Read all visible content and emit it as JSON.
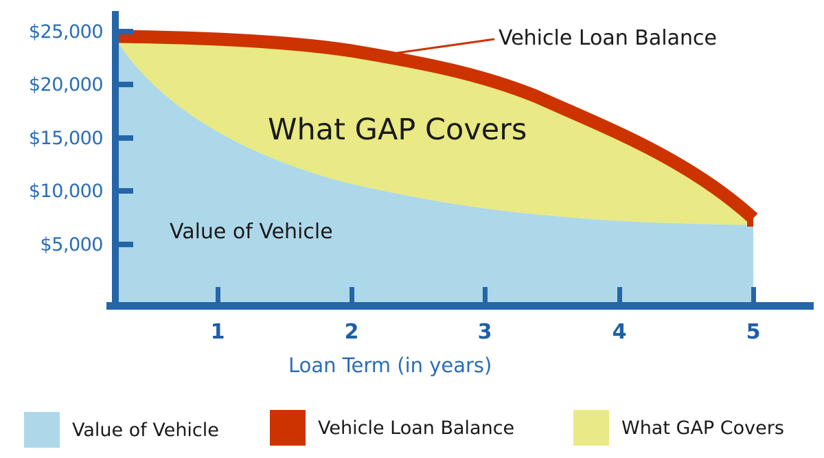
{
  "chart_data": {
    "type": "area",
    "title": "",
    "xlabel": "Loan Term (in years)",
    "ylabel": "",
    "x": [
      0,
      1,
      2,
      3,
      4,
      5
    ],
    "xticks": [
      "1",
      "2",
      "3",
      "4",
      "5"
    ],
    "yticks": [
      "$25,000",
      "$20,000",
      "$15,000",
      "$10,000",
      "$5,000"
    ],
    "ylim": [
      0,
      25000
    ],
    "grid": false,
    "legend_position": "bottom",
    "series": [
      {
        "name": "Value of Vehicle",
        "values": [
          24000,
          15200,
          10800,
          8500,
          7300,
          7000
        ],
        "color": "#add8ea"
      },
      {
        "name": "Vehicle Loan Balance",
        "values": [
          25000,
          24500,
          23000,
          20000,
          15000,
          7800
        ],
        "color": "#cc3300"
      },
      {
        "name": "What GAP Covers",
        "values": [
          1000,
          9300,
          12200,
          11500,
          7700,
          800
        ],
        "color": "#e9e985"
      }
    ],
    "annotations": [
      "What GAP Covers",
      "Value of Vehicle",
      "Vehicle Loan Balance"
    ]
  },
  "axis": {
    "y_ticks": [
      "$25,000",
      "$20,000",
      "$15,000",
      "$10,000",
      "$5,000"
    ],
    "x_ticks": [
      "1",
      "2",
      "3",
      "4",
      "5"
    ],
    "x_title": "Loan Term (in years)"
  },
  "annotations": {
    "gap": "What GAP Covers",
    "value": "Value of Vehicle",
    "loan": "Vehicle Loan Balance"
  },
  "legend": [
    {
      "label": "Value of Vehicle",
      "color": "#add8ea"
    },
    {
      "label": "Vehicle Loan Balance",
      "color": "#cc3300"
    },
    {
      "label": "What GAP Covers",
      "color": "#e9e985"
    }
  ]
}
